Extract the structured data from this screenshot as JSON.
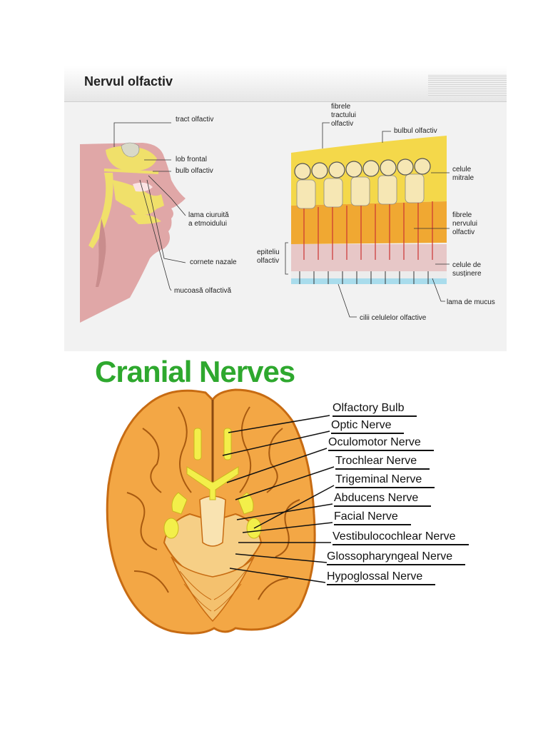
{
  "olfactory_panel": {
    "title": "Nervul olfactiv",
    "left_labels": {
      "tract": "tract olfactiv",
      "lob": "lob frontal",
      "bulb": "bulb olfactiv",
      "lama": "lama ciuruită\na etmoidului",
      "cornete": "cornete nazale",
      "mucoasa": "mucoasă olfactivă"
    },
    "right_labels": {
      "fibrele_tractului": "fibrele\ntractului\nolfactiv",
      "bulbul": "bulbul olfactiv",
      "celule_mitrale": "celule\nmitrale",
      "fibrele_nervului": "fibrele\nnervului\nolfactiv",
      "epiteliu": "epiteliu\nolfactiv",
      "celule_sustinere": "celule de\nsusținere",
      "lama_mucus": "lama de mucus",
      "cilii": "cilii celulelor olfactive"
    },
    "colors": {
      "skin": "#e0a7a7",
      "bulb": "#f0e06a",
      "layer_yellow": "#f4d84a",
      "layer_orange": "#f0a832",
      "mucus": "#a9dcec"
    }
  },
  "cranial_nerves": {
    "title": "Cranial Nerves",
    "labels": [
      "Olfactory Bulb",
      "Optic Nerve",
      "Oculomotor Nerve",
      "Trochlear Nerve",
      "Trigeminal Nerve",
      "Abducens Nerve",
      "Facial Nerve",
      "Vestibulocochlear Nerve",
      "Glossopharyngeal Nerve",
      "Hypoglossal Nerve"
    ],
    "colors": {
      "title": "#2ea82e",
      "brain": "#f3a745",
      "brain_dark": "#c76b12",
      "nerve": "#f3ef4a"
    }
  }
}
